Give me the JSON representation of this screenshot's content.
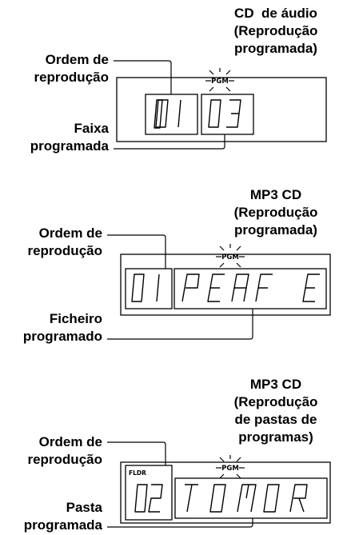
{
  "panels": [
    {
      "title_lines": [
        "CD  de áudio",
        "(Reprodução",
        "programada)"
      ],
      "order_label_lines": [
        "Ordem de",
        "reprodução"
      ],
      "bottom_label_lines": [
        "Faixa",
        "programada"
      ],
      "pgm_indicator": "PGM",
      "order_digits": "01",
      "value_chars": "03"
    },
    {
      "title_lines": [
        "MP3 CD",
        "(Reprodução",
        "programada)"
      ],
      "order_label_lines": [
        "Ordem de",
        "reprodução"
      ],
      "bottom_label_lines": [
        "Ficheiro",
        "programado"
      ],
      "pgm_indicator": "PGM",
      "order_digits": "01",
      "value_chars": "PEAFE"
    },
    {
      "title_lines": [
        "MP3 CD",
        "(Reprodução",
        "de pastas de",
        "programas)"
      ],
      "order_label_lines": [
        "Ordem de",
        "reprodução"
      ],
      "bottom_label_lines": [
        "Pasta",
        "programada"
      ],
      "folder_indicator": "FLDR",
      "pgm_indicator": "PGM",
      "order_digits": "02",
      "value_chars": "TOMOR"
    }
  ]
}
